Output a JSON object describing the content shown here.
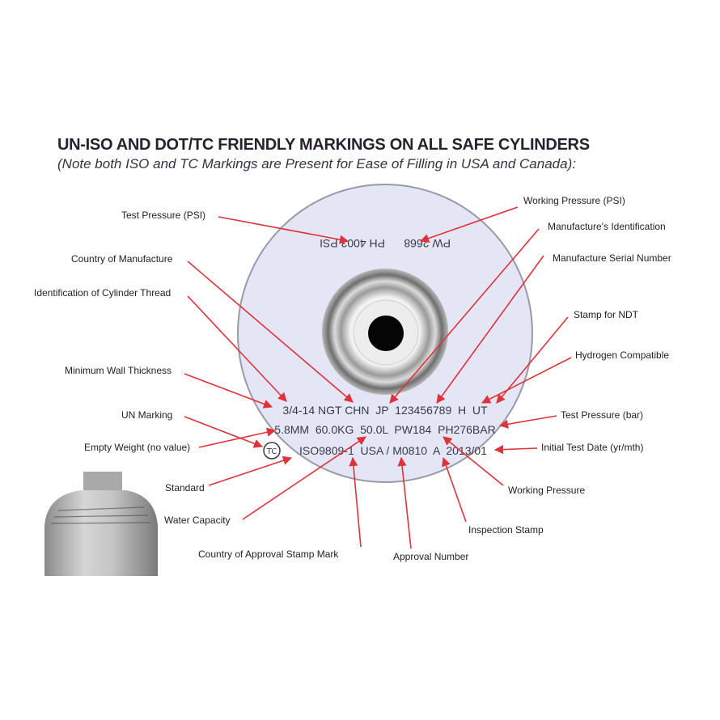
{
  "header": {
    "title": "UN-ISO AND DOT/TC FRIENDLY MARKINGS ON ALL SAFE CYLINDERS",
    "subtitle": "(Note both ISO and TC Markings are Present for Ease of Filling in USA and Canada):"
  },
  "disc": {
    "top_line": "PW 2668      PH 4003 PSI",
    "line1": "3/4-14 NGT CHN  JP  123456789  H  UT",
    "line2": "5.8MM  60.0KG  50.0L  PW184  PH276BAR",
    "line3": "ISO9809-1  USA / M0810  A  2013/01",
    "tc_mark": "TC"
  },
  "labels_left": [
    "Test Pressure (PSI)",
    "Country of Manufacture",
    "Identification of Cylinder Thread",
    "Minimum Wall Thickness",
    "UN Marking",
    "Empty Weight (no value)",
    "Standard",
    "Water Capacity",
    "Country of Approval Stamp Mark"
  ],
  "labels_right": [
    "Working Pressure (PSI)",
    "Manufacture's Identification",
    "Manufacture Serial Number",
    "Stamp for NDT",
    "Hydrogen Compatible",
    "Test Pressure (bar)",
    "Initial Test Date (yr/mth)",
    "Working Pressure",
    "Inspection Stamp",
    "Approval Number"
  ],
  "colors": {
    "arrow": "#e0323a",
    "disc": "#e4e6f6",
    "title": "#2b2030"
  }
}
